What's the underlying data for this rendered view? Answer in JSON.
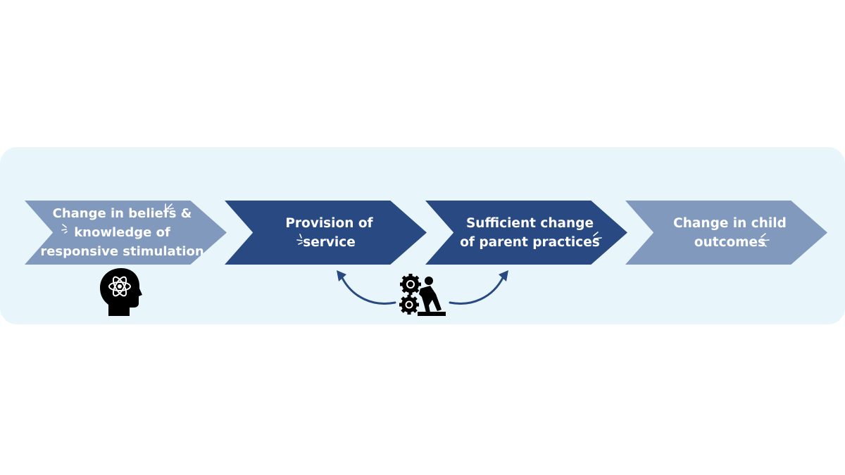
{
  "steps": [
    {
      "label": "Change in beliefs &\nknowledge of\nresponsive stimulation",
      "color": "#8099bd"
    },
    {
      "label": "Provision of\nservice",
      "color": "#284982"
    },
    {
      "label": "Sufficient change\nof parent practices",
      "color": "#284982"
    },
    {
      "label": "Change in child\noutcomes",
      "color": "#8099bd"
    }
  ],
  "icons": {
    "head": "brain-head-atom-icon",
    "worker": "person-pushing-gears-icon"
  },
  "colors": {
    "panel": "#e8f6fc",
    "light": "#8099bd",
    "dark": "#284982",
    "arrow": "#284982"
  }
}
